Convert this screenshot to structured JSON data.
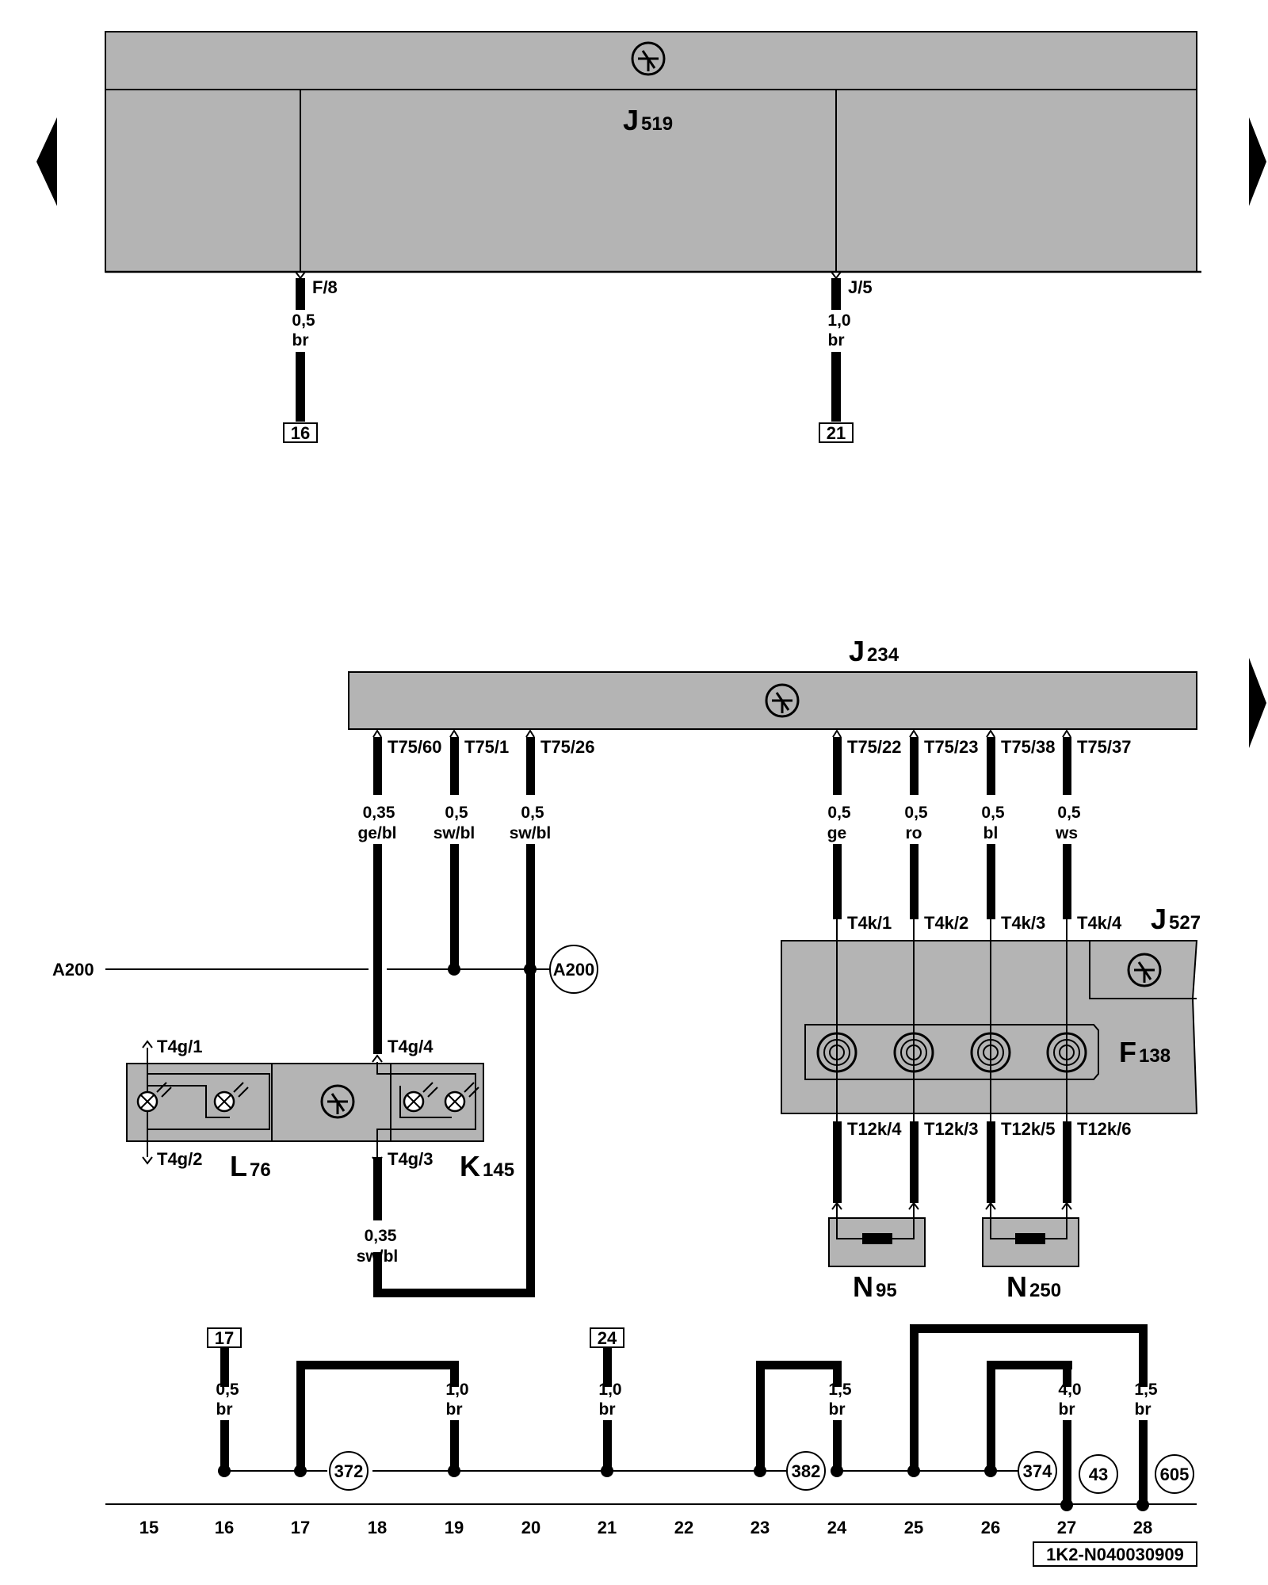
{
  "navigation": {
    "prev_icon": "triangle-left-icon",
    "next_icon": "triangle-right-icon"
  },
  "components": {
    "j519": {
      "letter": "J",
      "sub": "519"
    },
    "j234": {
      "letter": "J",
      "sub": "234"
    },
    "j527": {
      "letter": "J",
      "sub": "527"
    },
    "f138": {
      "letter": "F",
      "sub": "138"
    },
    "l76": {
      "letter": "L",
      "sub": "76"
    },
    "k145": {
      "letter": "K",
      "sub": "145"
    },
    "n95": {
      "letter": "N",
      "sub": "95"
    },
    "n250": {
      "letter": "N",
      "sub": "250"
    }
  },
  "top_section": {
    "pins": [
      "F/8",
      "J/5"
    ],
    "wires": [
      {
        "size": "0,5",
        "color": "br",
        "ref": "16"
      },
      {
        "size": "1,0",
        "color": "br",
        "ref": "21"
      }
    ]
  },
  "j234_pins": [
    "T75/60",
    "T75/1",
    "T75/26",
    "T75/22",
    "T75/23",
    "T75/38",
    "T75/37"
  ],
  "j234_wires": [
    {
      "size": "0,35",
      "color": "ge/bl"
    },
    {
      "size": "0,5",
      "color": "sw/bl"
    },
    {
      "size": "0,5",
      "color": "sw/bl"
    },
    {
      "size": "0,5",
      "color": "ge"
    },
    {
      "size": "0,5",
      "color": "ro"
    },
    {
      "size": "0,5",
      "color": "bl"
    },
    {
      "size": "0,5",
      "color": "ws"
    }
  ],
  "j527_top_pins": [
    "T4k/1",
    "T4k/2",
    "T4k/3",
    "T4k/4"
  ],
  "j527_bottom_pins": [
    "T12k/4",
    "T12k/3",
    "T12k/5",
    "T12k/6"
  ],
  "can_bus": {
    "left_label": "A200",
    "circle_label": "A200"
  },
  "lamp_pins": [
    "T4g/1",
    "T4g/4",
    "T4g/2",
    "T4g/3"
  ],
  "lower_wire": {
    "size": "0,35",
    "color": "sw/bl"
  },
  "ground_section": {
    "refs": [
      "17",
      "24"
    ],
    "wires": [
      {
        "size": "0,5",
        "color": "br"
      },
      {
        "size": "1,0",
        "color": "br"
      },
      {
        "size": "1,0",
        "color": "br"
      },
      {
        "size": "1,5",
        "color": "br"
      },
      {
        "size": "4,0",
        "color": "br"
      },
      {
        "size": "1,5",
        "color": "br"
      }
    ],
    "ground_points": [
      "372",
      "382",
      "374",
      "43",
      "605"
    ]
  },
  "column_numbers": [
    "15",
    "16",
    "17",
    "18",
    "19",
    "20",
    "21",
    "22",
    "23",
    "24",
    "25",
    "26",
    "27",
    "28"
  ],
  "diagram_code": "1K2-N040030909"
}
